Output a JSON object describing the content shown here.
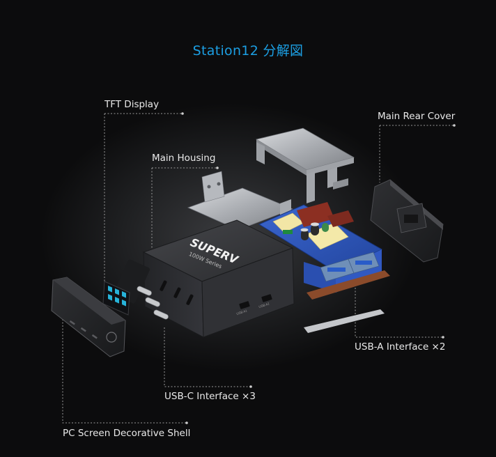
{
  "title": "Station12 分解図",
  "labels": {
    "tft_display": "TFT Display",
    "main_rear_cover": "Main Rear Cover",
    "main_housing": "Main Housing",
    "usb_a": "USB-A Interface ×2",
    "usb_c": "USB-C Interface ×3",
    "pc_shell": "PC Screen Decorative Shell"
  },
  "brand": {
    "logo_text": "SUPERV",
    "model_text": "100W Series",
    "port_labels": [
      "USB A1",
      "USB A2"
    ]
  },
  "colors": {
    "title": "#1c9fe3",
    "label": "#eaeaea",
    "pcb": "#2c54b8",
    "housing": "#2b2c2f",
    "metal": "#b9bcc0",
    "screen_icons": "#27b3d9"
  }
}
